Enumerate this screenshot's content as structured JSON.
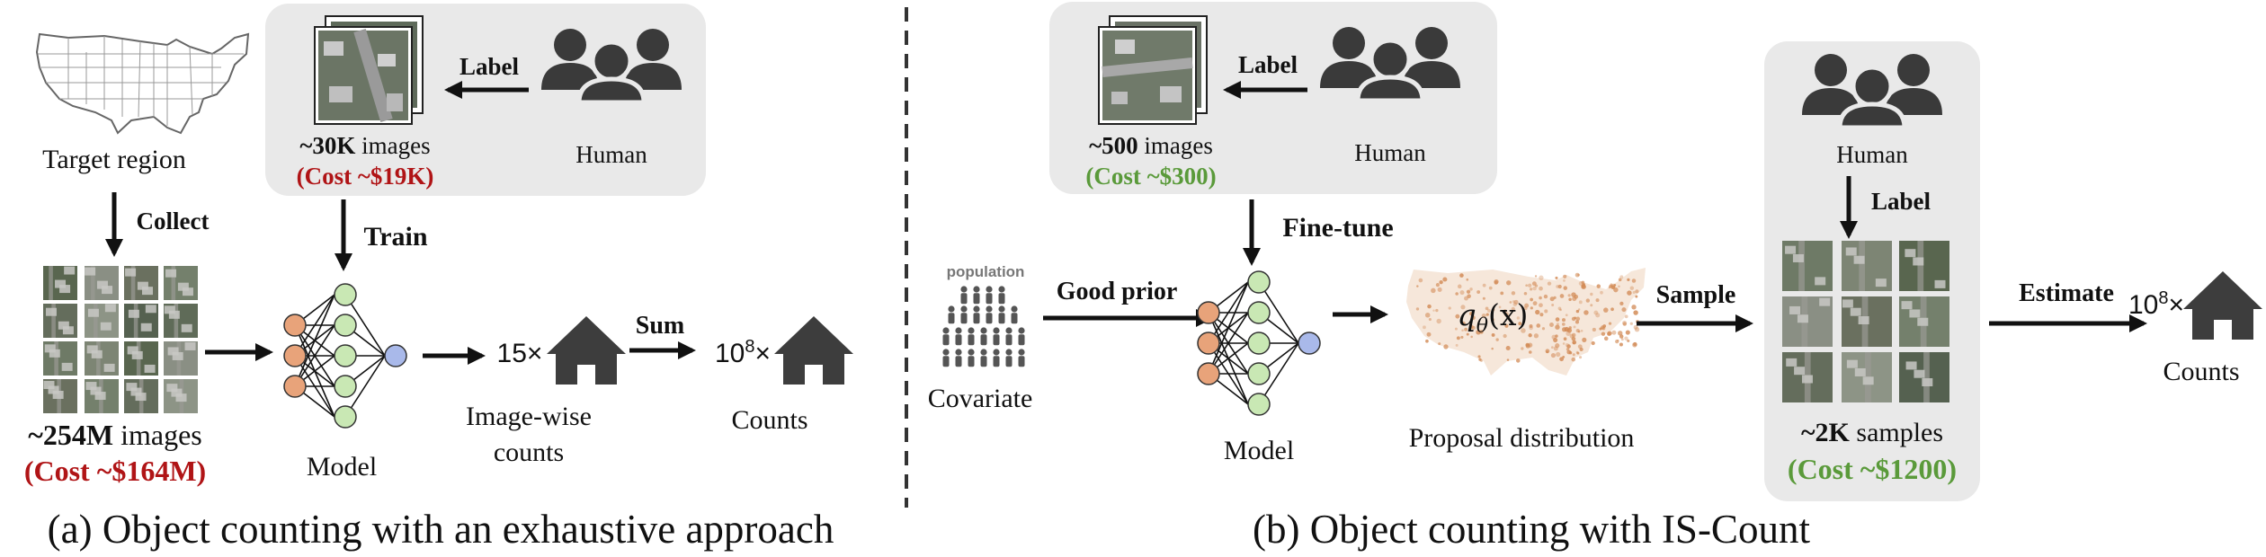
{
  "colors": {
    "red": "#b01416",
    "green": "#5a9a3a",
    "box_gray": "#e9e9e9",
    "node_orange": "#e8a37a",
    "node_green": "#c9e8b4",
    "node_blue": "#a9b9ea",
    "map_dots": "#d28a55"
  },
  "left": {
    "map_label": "Target region",
    "collect_label": "Collect",
    "label_arrow": "Label",
    "human_label": "Human",
    "train_images_bold": "~30K",
    "train_images_rest": " images",
    "train_cost": "(Cost ~$19K)",
    "train_label": "Train",
    "all_images_bold": "~254M",
    "all_images_rest": " images",
    "all_cost": "(Cost ~$164M)",
    "model_label": "Model",
    "image_count_prefix": "15×",
    "image_counts_line1": "Image-wise",
    "image_counts_line2": "counts",
    "sum_label": "Sum",
    "total_prefix": "10",
    "total_exp": "8",
    "total_times": "×",
    "counts_label": "Counts",
    "caption": "(a) Object counting with an exhaustive approach"
  },
  "right": {
    "label_arrow": "Label",
    "human_label": "Human",
    "train_images_bold": "~500",
    "train_images_rest": " images",
    "train_cost": "(Cost ~$300)",
    "finetune_label": "Fine-tune",
    "population_label": "population",
    "covariate_label": "Covariate",
    "good_prior_label": "Good prior",
    "model_label": "Model",
    "formula_q": "q",
    "formula_theta": "θ",
    "formula_x": "(x)",
    "proposal_label": "Proposal distribution",
    "sample_label": "Sample",
    "human_label_2": "Human",
    "label_arrow_2": "Label",
    "samples_bold": "~2K",
    "samples_rest": " samples",
    "samples_cost": "(Cost ~$1200)",
    "estimate_label": "Estimate",
    "total_prefix": "10",
    "total_exp": "8",
    "total_times": "×",
    "counts_label": "Counts",
    "caption": "(b) Object counting with IS-Count"
  }
}
